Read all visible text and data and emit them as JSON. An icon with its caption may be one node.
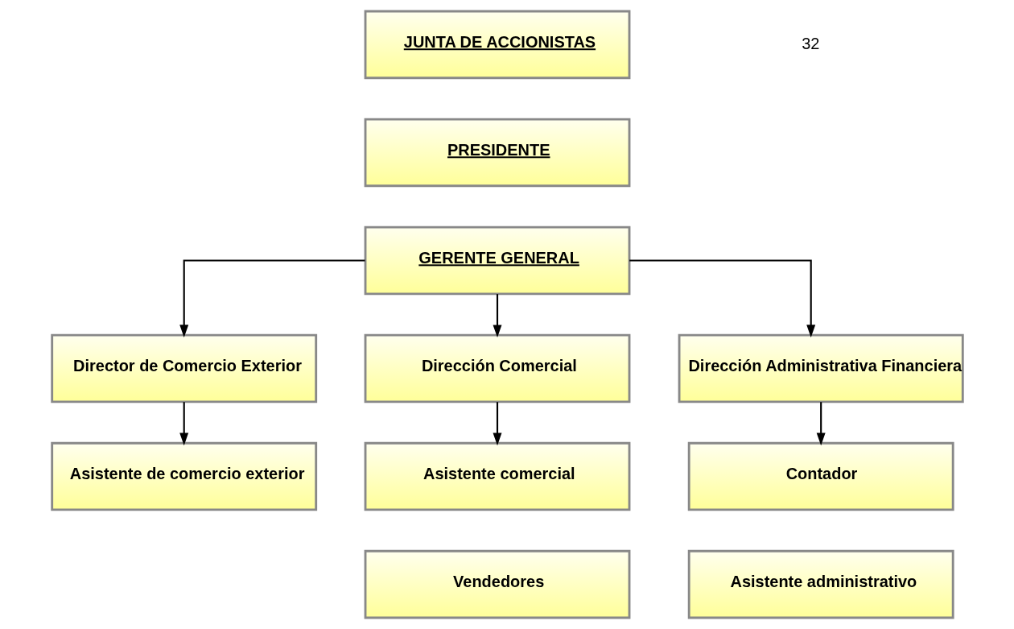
{
  "diagram": {
    "nodes": [
      {
        "text": [
          "JUNTA DE ACCIONISTAS"
        ]
      },
      {
        "text": [
          "PRESIDENTE"
        ]
      },
      {
        "text": [
          "GERENTE GENERAL"
        ]
      },
      {
        "text": [
          "Director de Comercio Exterior"
        ]
      },
      {
        "text": [
          "Asistente de comercio exterior"
        ]
      },
      {
        "text": [
          "Dirección Comercial"
        ]
      },
      {
        "text": [
          "Asistente comercial"
        ]
      },
      {
        "text": [
          "Vendedores"
        ]
      },
      {
        "text": [
          "Dirección Administrativa Financiera"
        ]
      },
      {
        "text": [
          "Contador"
        ]
      },
      {
        "text": [
          "Asistente administrativo"
        ]
      }
    ],
    "edges": [
      {
        "from": 2,
        "to": 3,
        "arrow": "to"
      },
      {
        "from": 2,
        "to": 5,
        "arrow": "to"
      },
      {
        "from": 2,
        "to": 8,
        "arrow": "to"
      },
      {
        "from": 3,
        "to": 4,
        "arrow": "to"
      },
      {
        "from": 5,
        "to": 6,
        "arrow": "to"
      },
      {
        "from": 8,
        "to": 9,
        "arrow": "to"
      }
    ],
    "labels": [
      "32"
    ]
  }
}
